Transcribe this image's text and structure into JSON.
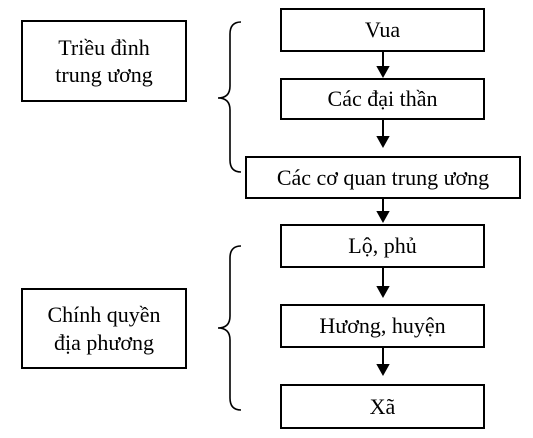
{
  "groups": [
    {
      "lines": [
        "Triều đình",
        "trung ương"
      ]
    },
    {
      "lines": [
        "Chính quyền",
        "địa phương"
      ]
    }
  ],
  "hierarchy": [
    {
      "label": "Vua"
    },
    {
      "label": "Các đại thần"
    },
    {
      "label": "Các cơ quan trung ương"
    },
    {
      "label": "Lộ, phủ"
    },
    {
      "label": "Hương, huyện"
    },
    {
      "label": "Xã"
    }
  ]
}
